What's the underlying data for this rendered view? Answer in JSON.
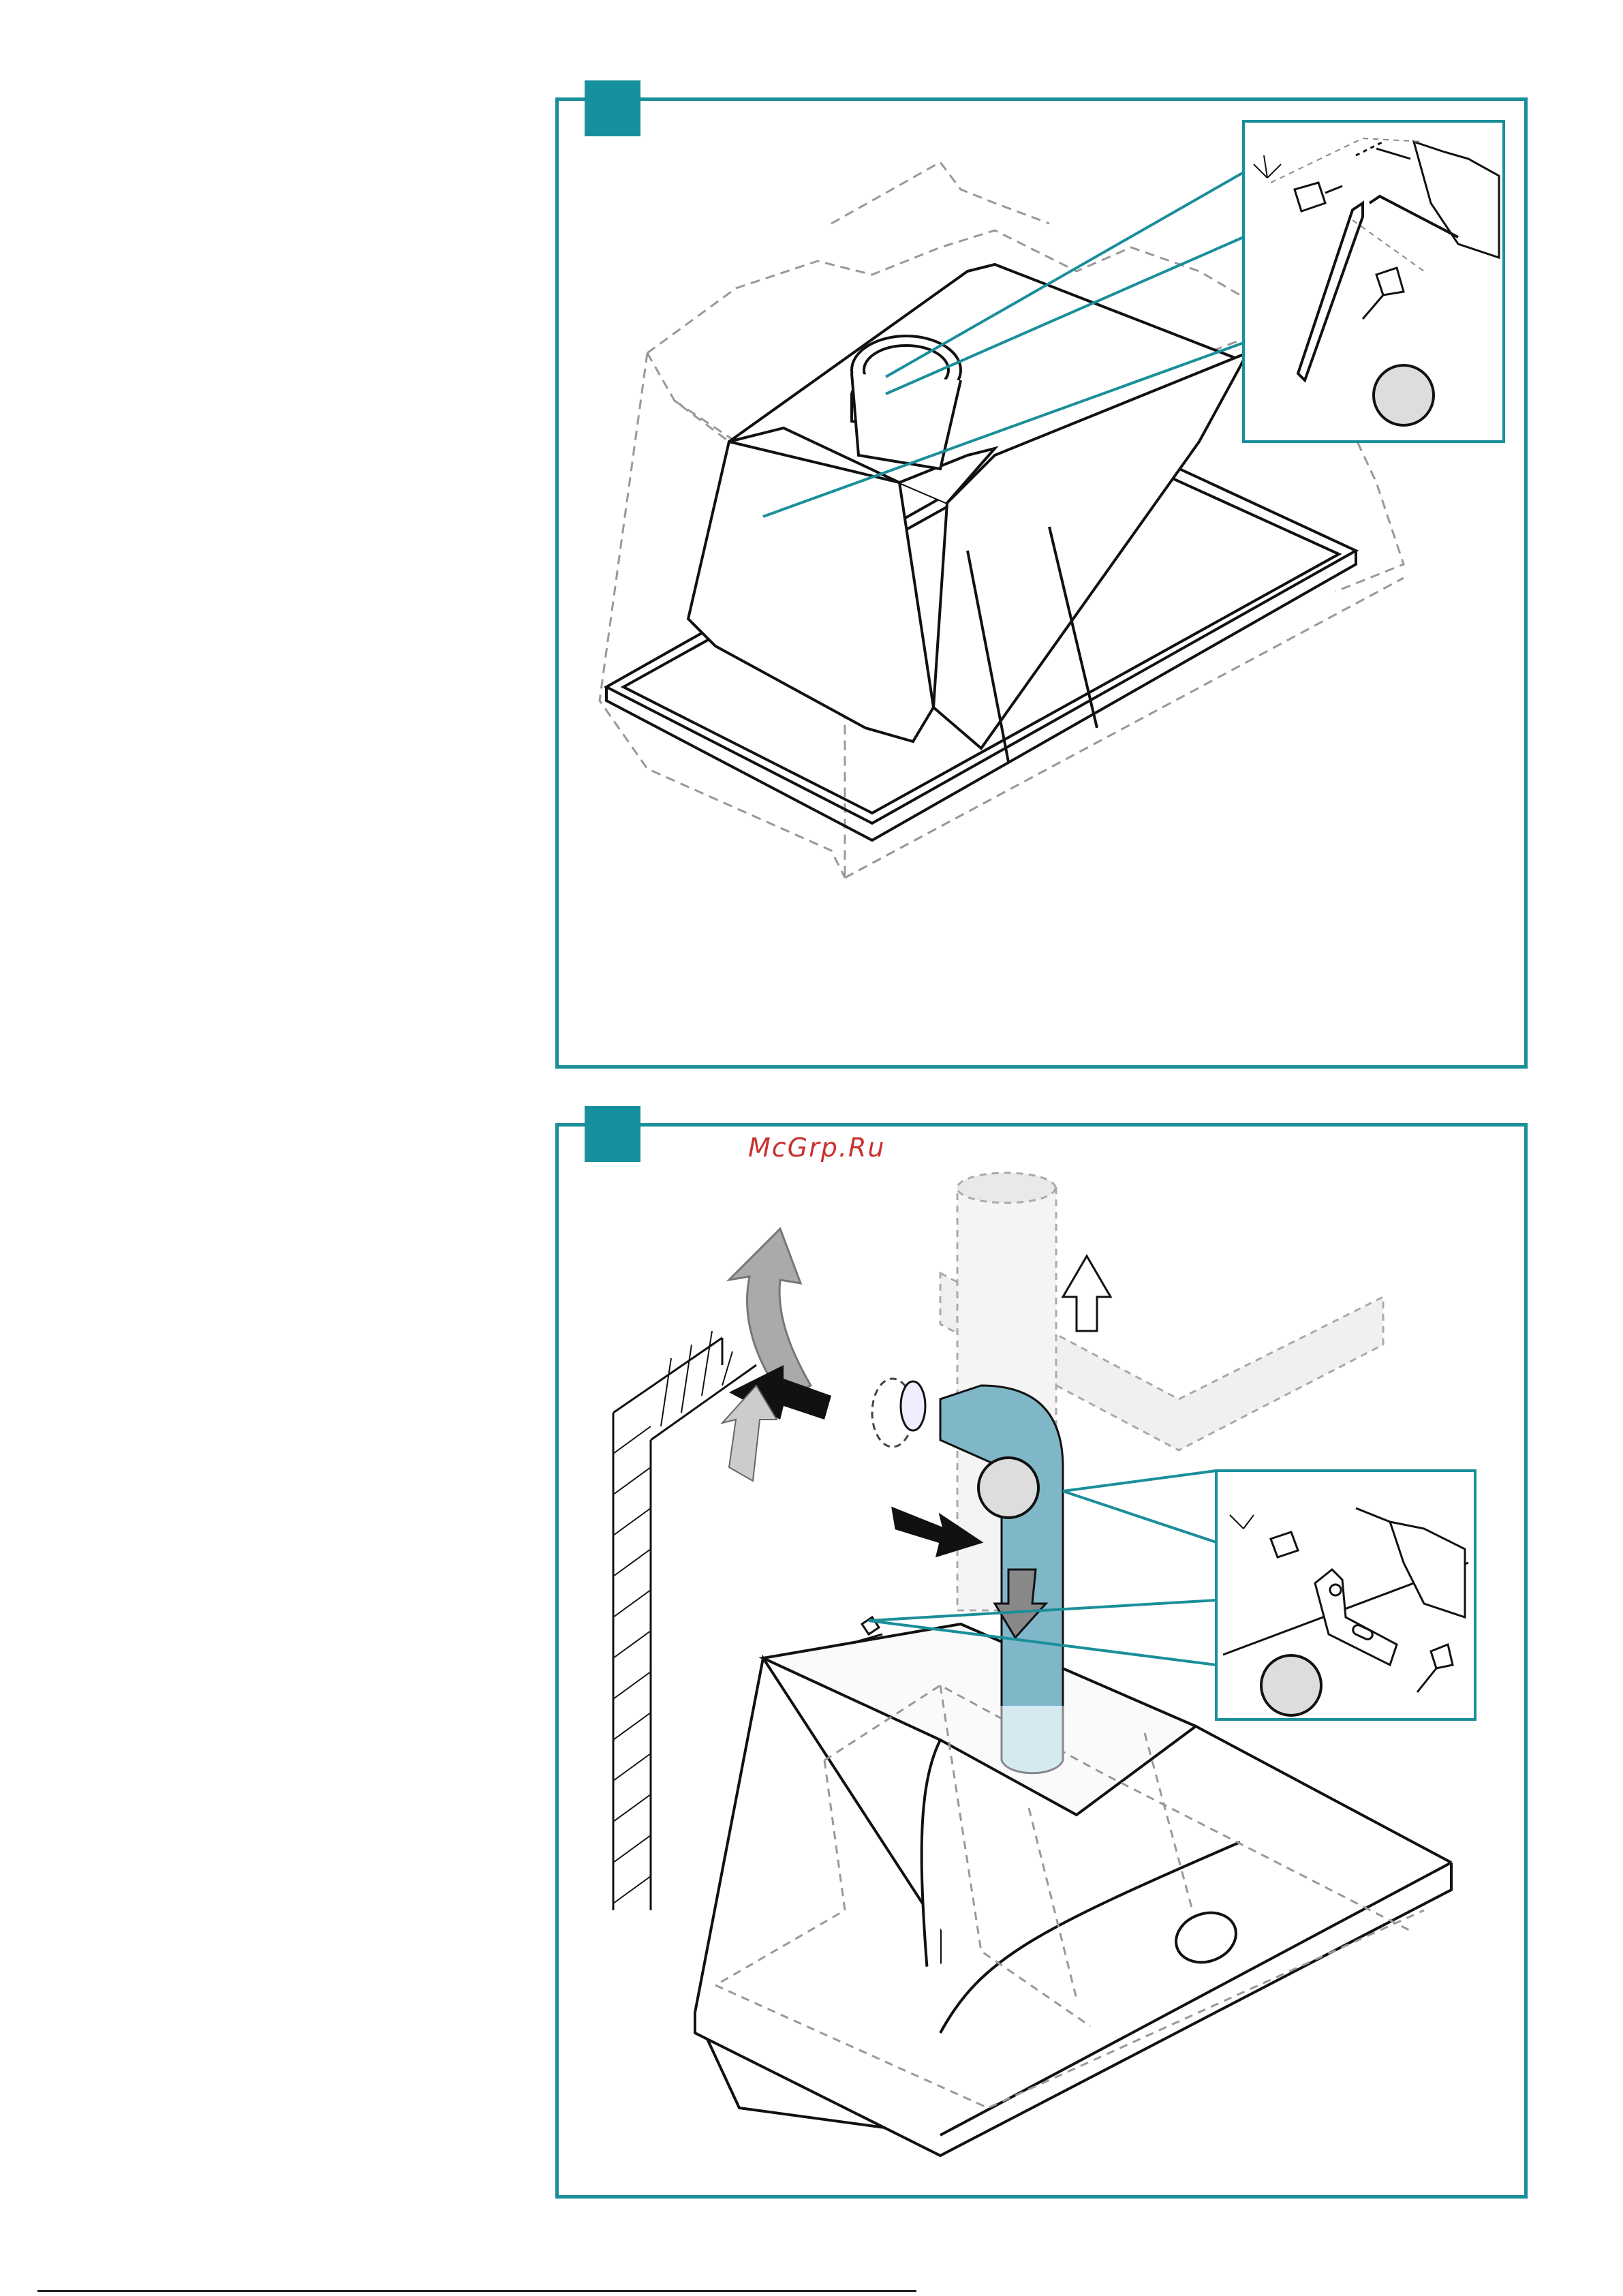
{
  "watermark": {
    "text": "McGrp.Ru"
  },
  "colors": {
    "frame": "#1a8f9a",
    "tab": "#16909c",
    "duct": "#7fb7c8",
    "watermark": "#c8322e"
  },
  "panels": [
    {
      "name": "step-a",
      "icons": [
        "drill-icon",
        "wall-plug-icon",
        "screw-icon",
        "bracket-icon",
        "callout-circle-icon"
      ]
    },
    {
      "name": "step-b",
      "icons": [
        "drill-icon",
        "wall-plug-icon",
        "screw-icon",
        "bracket-icon",
        "callout-circle-icon",
        "arrow-icon"
      ]
    }
  ]
}
